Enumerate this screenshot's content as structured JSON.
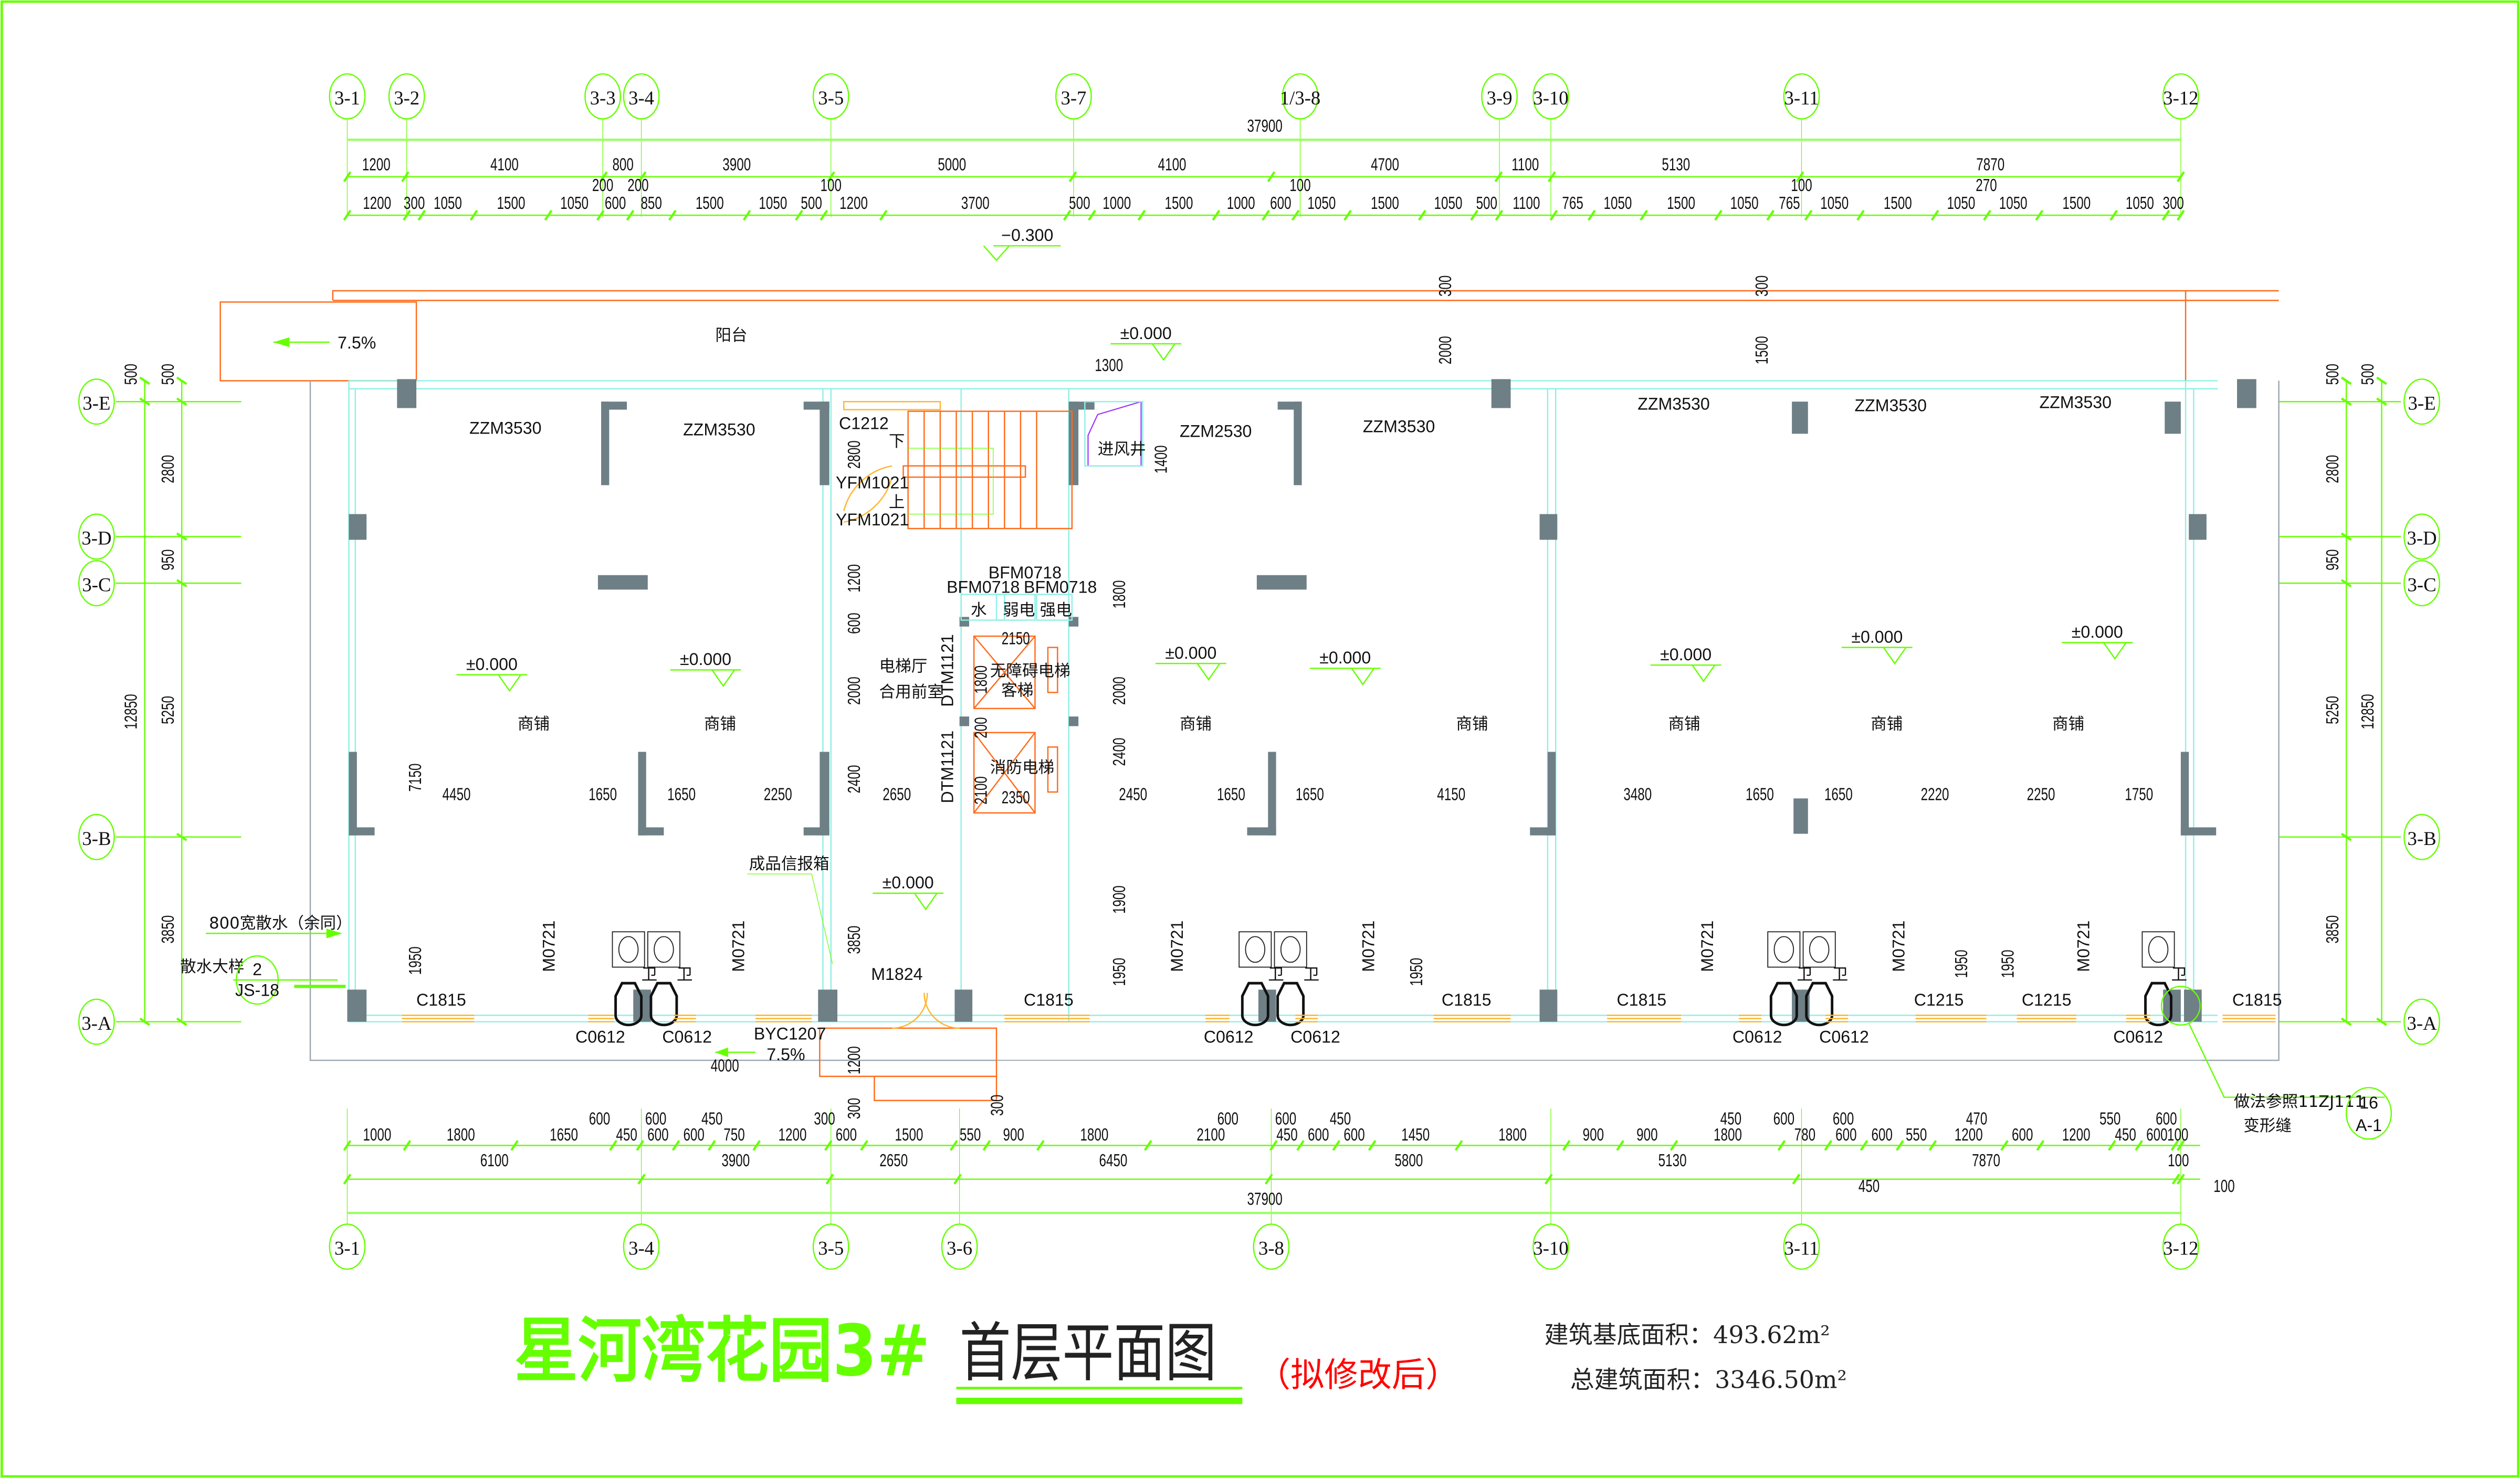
{
  "title": {
    "project": "星河湾花园3#",
    "drawing": "首层平面图",
    "note": "（拟修改后）",
    "base_area": "建筑基底面积：493.62m²",
    "total_area": "总建筑面积：3346.50m²"
  },
  "colors": {
    "accent_green": "#66ff00",
    "wall": "#6e7f86",
    "note_red": "#ff0000",
    "stair": "#ff6a1a"
  },
  "axes": {
    "top": [
      "3-1",
      "3-2",
      "3-3",
      "3-4",
      "3-5",
      "3-7",
      "1/3-8",
      "3-9",
      "3-10",
      "3-11",
      "3-12"
    ],
    "bottom": [
      "3-1",
      "3-4",
      "3-5",
      "3-6",
      "3-8",
      "3-10",
      "3-11",
      "3-12"
    ],
    "left": [
      "3-E",
      "3-D",
      "3-C",
      "3-B",
      "3-A"
    ],
    "right": [
      "3-E",
      "3-D",
      "3-C",
      "3-B",
      "3-A"
    ]
  },
  "dimensions": {
    "top_total": "37900",
    "top_row1": [
      "1200",
      "4100",
      "800",
      "3900",
      "5000",
      "4100",
      "4700",
      "1100",
      "5130",
      "7870"
    ],
    "top_row2": [
      "1200",
      "300",
      "1050",
      "1500",
      "1050",
      "600",
      "850",
      "1500",
      "1050",
      "500",
      "1200",
      "3700",
      "500",
      "1000",
      "1500",
      "1000",
      "600",
      "1050",
      "1500",
      "1050",
      "500",
      "1100",
      "765",
      "1050",
      "1500",
      "1050",
      "765",
      "1050",
      "1500",
      "1050",
      "1050",
      "1500",
      "1050",
      "300"
    ],
    "top_extra": [
      "200",
      "200",
      "100",
      "100",
      "100",
      "270"
    ],
    "bottom_row1": [
      "1000",
      "1800",
      "1650",
      "450",
      "600",
      "600",
      "750",
      "1200",
      "600",
      "1500",
      "550",
      "900",
      "1800",
      "2100",
      "450",
      "600",
      "600",
      "1450",
      "1800",
      "900",
      "900",
      "1800",
      "780",
      "600",
      "600",
      "550",
      "1200",
      "600",
      "1200",
      "450",
      "600",
      "100"
    ],
    "bottom_row1_upper": [
      "600",
      "600",
      "450",
      "300",
      "600",
      "600",
      "450",
      "450",
      "600",
      "600",
      "470",
      "550",
      "600"
    ],
    "bottom_row2": [
      "6100",
      "3900",
      "2650",
      "6450",
      "5800",
      "5130",
      "7870",
      "100"
    ],
    "bottom_row2_extra": [
      "450",
      "100"
    ],
    "bottom_total": "37900",
    "left_outer": [
      "500",
      "12850"
    ],
    "left_inner": [
      "500",
      "2800",
      "950",
      "5250",
      "3850"
    ],
    "right_outer": [
      "500",
      "12850"
    ],
    "right_inner": [
      "500",
      "2800",
      "950",
      "5250",
      "3850"
    ],
    "interior": [
      "1300",
      "1400",
      "2000",
      "1500",
      "300",
      "300",
      "2800",
      "1200",
      "600",
      "2000",
      "2400",
      "1800",
      "2000",
      "2400",
      "1900",
      "1950",
      "1950",
      "1950",
      "1950",
      "1950",
      "3850",
      "7150",
      "4450",
      "1650",
      "1650",
      "2250",
      "2650",
      "2450",
      "1650",
      "1650",
      "4150",
      "3480",
      "1650",
      "1650",
      "2220",
      "2250",
      "1750",
      "2150",
      "2350",
      "1800",
      "200",
      "2100",
      "1200",
      "300",
      "4000",
      "300"
    ]
  },
  "labels": {
    "balcony": "阳台",
    "slope_top": "7.5%",
    "slope_bottom": "7.5%",
    "level_outdoor": "−0.300",
    "level": "±0.000",
    "shop": "商铺",
    "doors_zzm3530": "ZZM3530",
    "door_zzm2530": "ZZM2530",
    "window_c1212": "C1212",
    "door_yfm1021": "YFM1021",
    "air_shaft": "进风井",
    "stair_down": "下",
    "stair_up": "上",
    "lobby1": "电梯厅",
    "lobby2": "合用前室",
    "bfm0718": "BFM0718",
    "shaft_water": "水",
    "shaft_weak": "弱电",
    "shaft_strong": "强电",
    "elev_accessible": "无障碍电梯",
    "elev_passenger": "客梯",
    "elev_fire": "消防电梯",
    "dtm1121": "DTM1121",
    "mailbox": "成品信报箱",
    "apron": "800宽散水（余同）",
    "apron_detail": "散水大样",
    "detail_num": "2",
    "detail_ref": "JS-18",
    "joint_note": "做法参照11ZJ111",
    "joint_num": "16",
    "joint_ref": "A-1",
    "joint_name": "变形缝",
    "win_c1815": "C1815",
    "win_c1215": "C1215",
    "win_c0612": "C0612",
    "door_m0721": "M0721",
    "door_m1824": "M1824",
    "win_byc1207": "BYC1207",
    "wc": "卫"
  }
}
